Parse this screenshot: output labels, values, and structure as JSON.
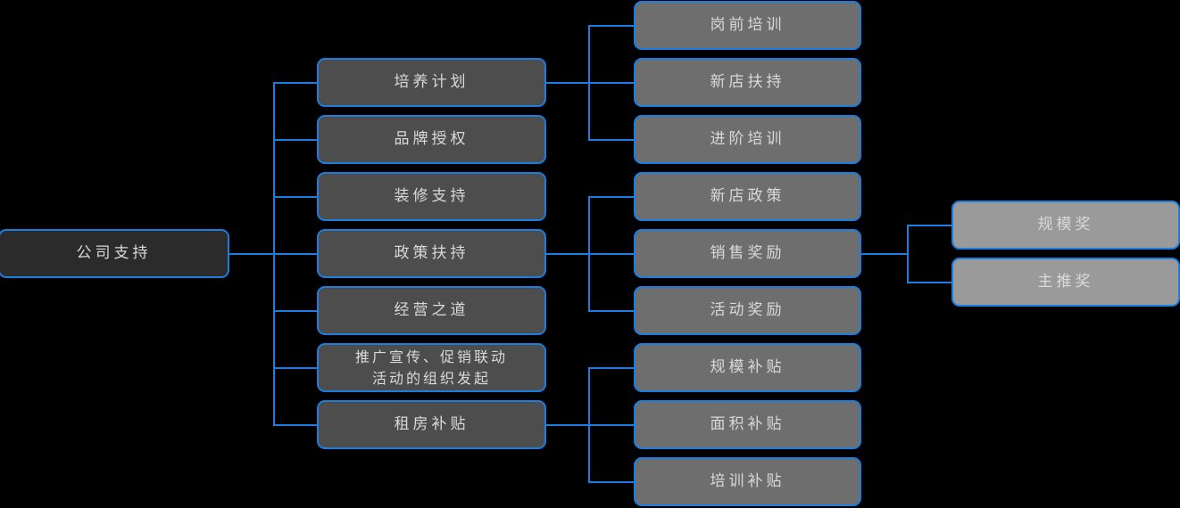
{
  "diagram": {
    "type": "org-tree",
    "title_node": "公司支持",
    "colors": {
      "background": "#000000",
      "connector": "#1a7de0",
      "border": "#1a7de0",
      "text": "#d9d9d9",
      "level0_fill": "#2b2b2b",
      "level1_fill": "#4d4d4d",
      "level2_fill": "#6e6e6e",
      "level3_fill": "#9a9a9a"
    },
    "root": {
      "label": "公司支持"
    },
    "level1": [
      {
        "label": "培养计划"
      },
      {
        "label": "品牌授权"
      },
      {
        "label": "装修支持"
      },
      {
        "label": "政策扶持"
      },
      {
        "label": "经营之道"
      },
      {
        "label": "推广宣传、促销联动\n活动的组织发起"
      },
      {
        "label": "租房补贴"
      }
    ],
    "level2": [
      {
        "label": "岗前培训"
      },
      {
        "label": "新店扶持"
      },
      {
        "label": "进阶培训"
      },
      {
        "label": "新店政策"
      },
      {
        "label": "销售奖励"
      },
      {
        "label": "活动奖励"
      },
      {
        "label": "规模补贴"
      },
      {
        "label": "面积补贴"
      },
      {
        "label": "培训补贴"
      }
    ],
    "level3": [
      {
        "label": "规模奖"
      },
      {
        "label": "主推奖"
      }
    ]
  }
}
